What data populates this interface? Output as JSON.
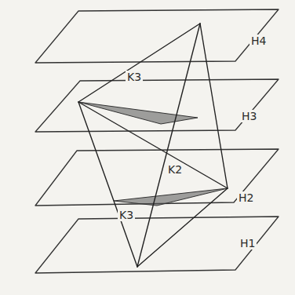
{
  "diagram": {
    "labels": [
      "H4",
      "K3",
      "H3",
      "K2",
      "H2",
      "K3",
      "H1"
    ]
  }
}
